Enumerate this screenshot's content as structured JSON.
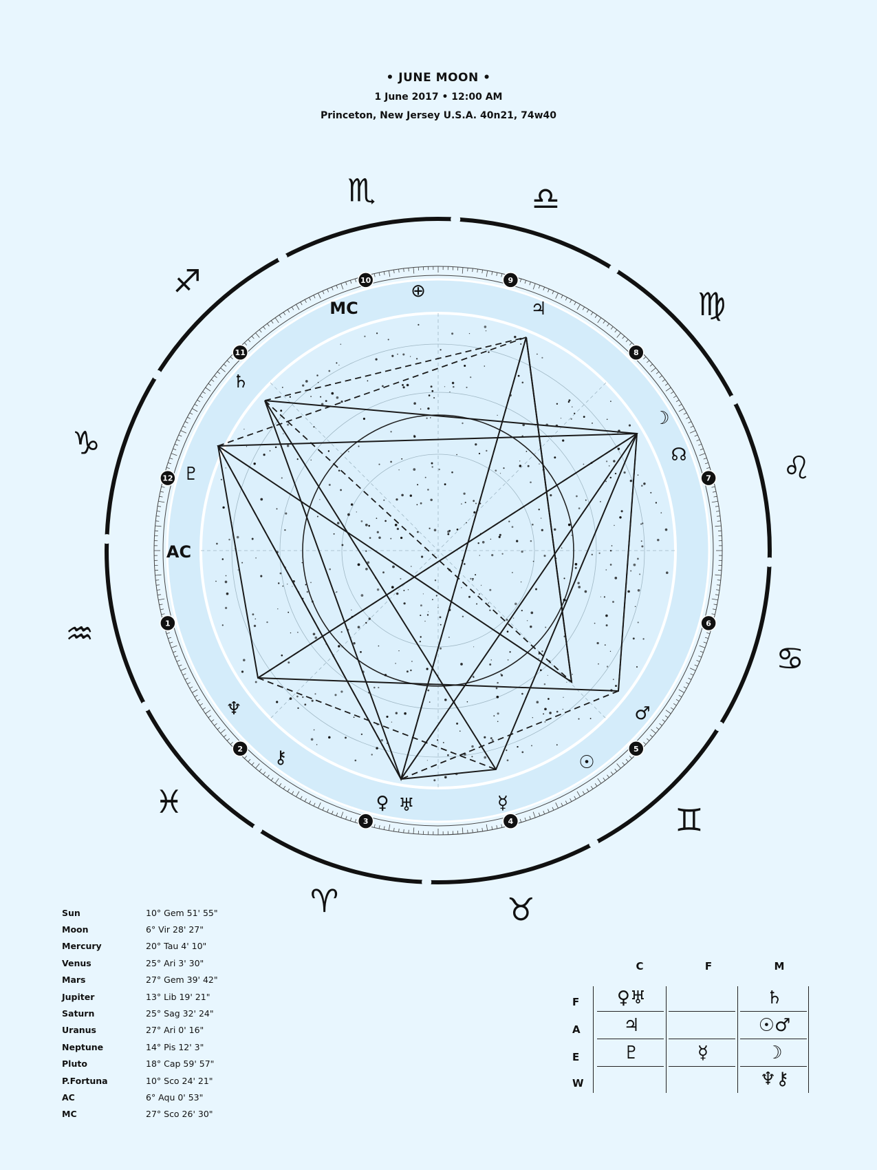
{
  "header": {
    "title": "• JUNE MOON •",
    "date_line": "1 June 2017 • 12:00 AM",
    "location_line": "Princeton, New Jersey U.S.A. 40n21, 74w40"
  },
  "chart": {
    "mc_label": "MC",
    "ac_label": "AC",
    "house_numbers": [
      "10",
      "9",
      "8",
      "7",
      "6",
      "5",
      "4",
      "3",
      "2",
      "1",
      "12",
      "11"
    ],
    "zodiac_glyphs": [
      "♏",
      "♎",
      "♍",
      "♌",
      "♋",
      "♊",
      "♉",
      "♈",
      "♓",
      "♒",
      "♑",
      "♐"
    ],
    "planet_glyphs": {
      "earth": "⊕",
      "jupiter": "♃",
      "saturn": "♄",
      "moon": "☽",
      "node": "☊",
      "pluto": "♇",
      "neptune": "♆",
      "chiron": "⚷",
      "venus": "♀",
      "uranus": "♅",
      "mercury": "☿",
      "sun": "☉",
      "mars": "♂"
    },
    "colors": {
      "ink": "#111111",
      "background": "#e8f6fe",
      "inner_band": "#d4ecfa",
      "sky": "#dcf0fc"
    }
  },
  "positions": [
    {
      "name": "Sun",
      "value": "10° Gem 51' 55\""
    },
    {
      "name": "Moon",
      "value": "6° Vir 28' 27\""
    },
    {
      "name": "Mercury",
      "value": "20° Tau 4' 10\""
    },
    {
      "name": "Venus",
      "value": "25° Ari 3' 30\""
    },
    {
      "name": "Mars",
      "value": "27° Gem 39' 42\""
    },
    {
      "name": "Jupiter",
      "value": "13° Lib 19' 21\""
    },
    {
      "name": "Saturn",
      "value": "25° Sag 32' 24\""
    },
    {
      "name": "Uranus",
      "value": "27° Ari 0' 16\""
    },
    {
      "name": "Neptune",
      "value": "14° Pis 12' 3\""
    },
    {
      "name": "Pluto",
      "value": "18° Cap 59' 57\""
    },
    {
      "name": "P.Fortuna",
      "value": "10° Sco 24' 21\""
    },
    {
      "name": "AC",
      "value": "6° Aqu 0' 53\""
    },
    {
      "name": "MC",
      "value": "27° Sco 26' 30\""
    }
  ],
  "modality_grid": {
    "columns": [
      "C",
      "F",
      "M"
    ],
    "rows": [
      "F",
      "A",
      "E",
      "W"
    ],
    "cells": [
      [
        "♀♅",
        "",
        "♄"
      ],
      [
        "♃",
        "",
        "☉♂"
      ],
      [
        "♇",
        "☿",
        "☽"
      ],
      [
        "",
        "",
        "♆⚷"
      ]
    ]
  }
}
